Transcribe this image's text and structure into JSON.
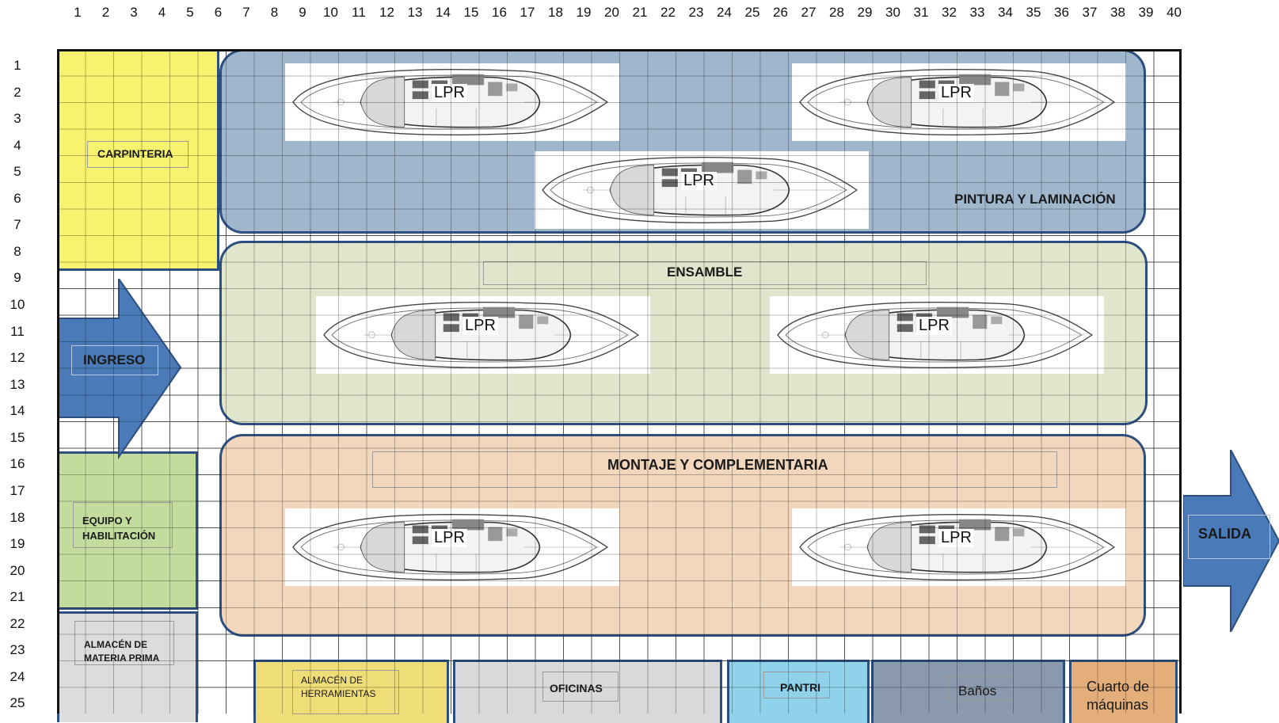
{
  "grid": {
    "columns": [
      "1",
      "2",
      "3",
      "4",
      "5",
      "6",
      "7",
      "8",
      "9",
      "10",
      "11",
      "12",
      "13",
      "14",
      "15",
      "16",
      "17",
      "18",
      "19",
      "20",
      "21",
      "22",
      "23",
      "24",
      "25",
      "26",
      "27",
      "28",
      "29",
      "30",
      "31",
      "32",
      "33",
      "34",
      "35",
      "36",
      "37",
      "38",
      "39",
      "40"
    ],
    "rows": [
      "1",
      "2",
      "3",
      "4",
      "5",
      "6",
      "7",
      "8",
      "9",
      "10",
      "11",
      "12",
      "13",
      "14",
      "15",
      "16",
      "17",
      "18",
      "19",
      "20",
      "21",
      "22",
      "23",
      "24",
      "25"
    ]
  },
  "zones": {
    "carpinteria": "CARPINTERIA",
    "pintura": "PINTURA Y LAMINACIÓN",
    "ensamble": "ENSAMBLE",
    "montaje": "MONTAJE  Y COMPLEMENTARIA",
    "ingreso": "INGRESO",
    "salida": "SALIDA",
    "equipo_line1": "EQUIPO Y",
    "equipo_line2": "HABILITACIÓN",
    "almacen_mp_line1": "ALMACÉN DE",
    "almacen_mp_line2": "MATERIA PRIMA",
    "almacen_h_line1": "ALMACÉN DE",
    "almacen_h_line2": "HERRAMIENTAS",
    "oficinas": "OFICINAS",
    "pantri": "PANTRI",
    "banos": "Baños",
    "cuarto_line1": "Cuarto  de",
    "cuarto_line2": "máquinas"
  },
  "boat_label": "LPR",
  "colors": {
    "carpinteria": "#f7f36e",
    "pintura": "#9fb6cc",
    "ensamble": "#dfe6cc",
    "montaje": "#f2d7bd",
    "arrow": "#4a7ab8",
    "equipo": "#c3dc9e",
    "almacen_mp": "#dcdcdc",
    "almacen_h": "#efdd77",
    "oficinas": "#d9d9db",
    "pantri": "#8fd2ea",
    "banos": "#8a99ad",
    "cuarto": "#e3ae79",
    "border": "#2c4f80"
  }
}
